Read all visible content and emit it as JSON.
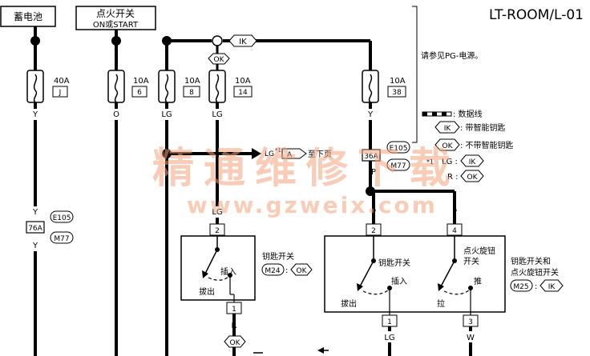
{
  "header": {
    "page_code": "LT-ROOM/L-01",
    "battery_label": "蓄电池",
    "ignition_line1": "点火开关",
    "ignition_line2": "ON或START",
    "pg_ref_note": "请参见PG-电源。"
  },
  "tags": {
    "ik": "IK",
    "ok": "OK"
  },
  "fuses": [
    {
      "amp": "40A",
      "id": "J",
      "wire": "Y"
    },
    {
      "amp": "10A",
      "id": "6",
      "wire": "O"
    },
    {
      "amp": "10A",
      "id": "8",
      "wire": "LG"
    },
    {
      "amp": "10A",
      "id": "14",
      "wire": "LG"
    },
    {
      "amp": "10A",
      "id": "38",
      "wire": "Y"
    }
  ],
  "legend": {
    "data_line": ": 数据线",
    "ik_desc": ": 带智能钥匙",
    "ok_desc": ": 不带智能钥匙",
    "star_mark": "*1",
    "lg_label": "LG :",
    "r_label": "R :"
  },
  "connectors": {
    "c76a": "76A",
    "c36a": "36A",
    "e105": "E105",
    "m77": "M77",
    "m24": "M24",
    "m25": "M25"
  },
  "arrow_ref": {
    "wire": "LG",
    "star": "*1",
    "connector": "A",
    "text": "至下页"
  },
  "wires": {
    "y": "Y",
    "p": "P",
    "lg": "LG",
    "r": "R",
    "w": "W"
  },
  "pins": {
    "p1": "1",
    "p2": "2",
    "p3": "3",
    "p4": "4"
  },
  "switch_left": {
    "title": "钥匙开关",
    "insert": "插入",
    "remove": "拔出"
  },
  "switch_right": {
    "key_switch": "钥匙开关",
    "knob_line1": "点火旋钮",
    "knob_line2": "开关",
    "insert": "插入",
    "remove": "拔出",
    "push": "推",
    "pull": "拉",
    "title_line1": "钥匙开关和",
    "title_line2": "点火旋钮开关"
  },
  "watermark": {
    "cn": "精通维修下载",
    "url": "www.gzweix.com"
  }
}
